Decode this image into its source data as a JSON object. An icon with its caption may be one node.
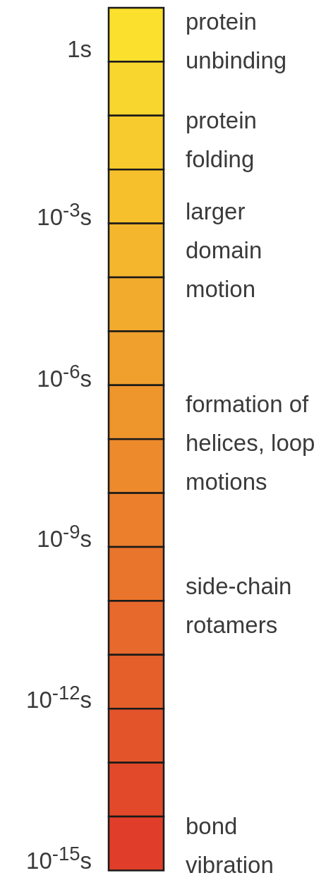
{
  "diagram": {
    "labels": [
      "1s",
      "protein unbinding",
      "protein folding",
      "10$^{-3}$s",
      "larger domain motion",
      "10$^{-6}$s",
      "formation of helices, loop motions",
      "10$^{-9}$s",
      "side-chain rotamers",
      "10$^{-12}$s",
      "10$^{-15}$s",
      "bond vibration"
    ]
  }
}
